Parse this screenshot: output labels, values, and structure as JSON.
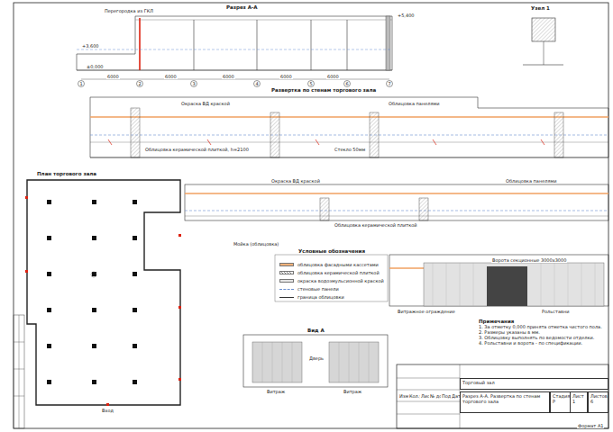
{
  "diagram": {
    "nodes": [
      {
        "text": [
          "Торговый зал"
        ]
      },
      {
        "text": [
          "Разрез А-А. Развертка по стенам торгового зала"
        ]
      },
      {
        "text": [
          "Стадия",
          "Р"
        ]
      },
      {
        "text": [
          "Лист",
          "1"
        ]
      },
      {
        "text": [
          "Листов",
          "6"
        ]
      }
    ],
    "labels": [
      "Разрез А-А",
      "Развертка по стенам торгового зала",
      "План торгового зала",
      "Узел 1",
      "Вид А",
      "Условные обозначения",
      "Мойка (облицовка)",
      "Примечания",
      "1. За отметку 0,000 принята отметка чистого пола.",
      "2. Размеры указаны в мм.",
      "3. Облицовку выполнять по ведомости отделки.",
      "4. Рольставни и ворота - по спецификации.",
      "1",
      "2",
      "3",
      "4",
      "5",
      "6",
      "7",
      "±0,000",
      "+5,400",
      "+3,600",
      "Перегородка из ГКЛ",
      "Стекло 50мм",
      "Облицовка керамической плиткой, h=2100",
      "Окраска ВД краской",
      "Облицовка панелями",
      "Окраска ВД краской",
      "Облицовка панелями",
      "Облицовка керамической плиткой",
      "Ворота секционные 3000х3000",
      "Витражное ограждение",
      "Рольставни",
      "Витраж",
      "Витраж",
      "Дверь",
      "6000",
      "6000",
      "6000",
      "6000",
      "6000",
      "Вход",
      "Изм.",
      "Кол.уч",
      "Лист",
      "№ док.",
      "Подп.",
      "Дата",
      "Формат А1"
    ],
    "legend": [
      {
        "text": "облицовка фасадными кассетами",
        "color": "#f3b27a"
      },
      {
        "text": "облицовка керамической плиткой"
      },
      {
        "text": "окраска водоэмульсионной краской",
        "color": "#e6e6e6"
      },
      {
        "text": "стеновые панели"
      },
      {
        "text": "граница облицовки"
      }
    ]
  }
}
